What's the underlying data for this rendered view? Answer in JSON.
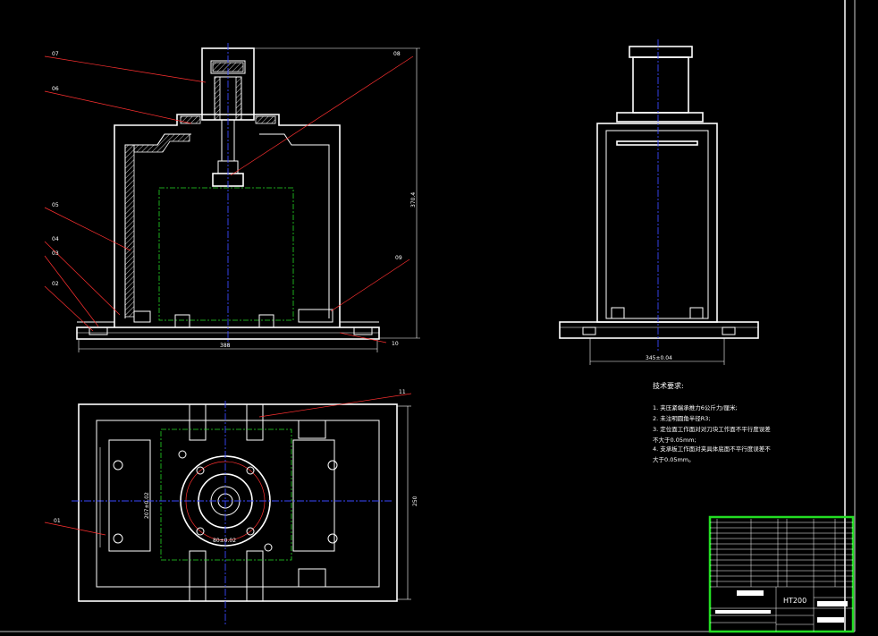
{
  "colors": {
    "background": "#000000",
    "outline": "#ffffff",
    "leader": "#ff3030",
    "centerline": "#3a49ff",
    "workpiece": "#25d925",
    "title_frame": "#22dd22"
  },
  "parts": {
    "p01": "01",
    "p02": "02",
    "p03": "03",
    "p04": "04",
    "p05": "05",
    "p06": "06",
    "p07": "07",
    "p08": "08",
    "p09": "09",
    "p10": "10",
    "p11": "11"
  },
  "dimensions": {
    "front_width": "388",
    "front_height": "370.4",
    "side_width": "345±0.04",
    "top_height": "250",
    "top_inner_a": "207±0.02",
    "top_inner_b": "80±0.02"
  },
  "notes": {
    "title": "技术要求:",
    "items": [
      "1. 夹压紧端承推力6公斤力/厘米;",
      "2. 未注明圆角半径R3;",
      "3. 定位面工作面对对刀块工作面不平行度误差",
      "不大于0.05mm;",
      "4. 支承板工作面对夹具体底面不平行度误差不",
      "大于0.05mm。"
    ]
  },
  "title_block": {
    "material": "HT200"
  }
}
